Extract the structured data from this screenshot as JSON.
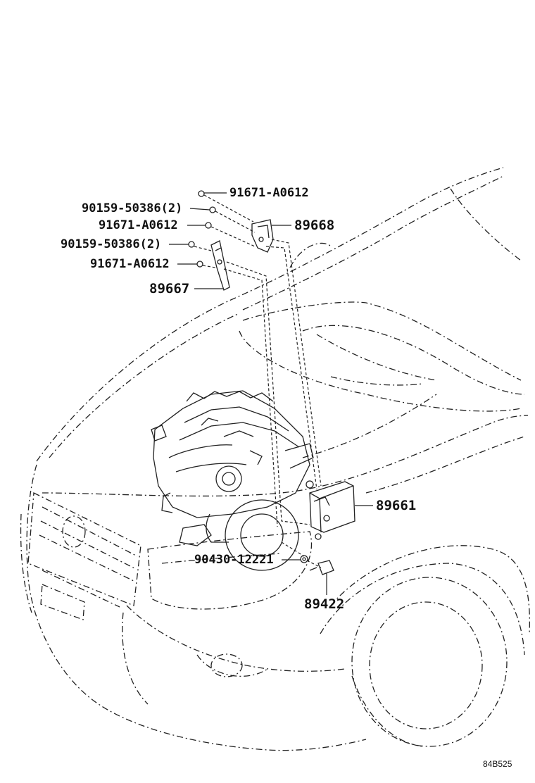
{
  "labels": {
    "nut_top": "91671-A0612",
    "bolt_upper": "90159-50386(2)",
    "nut_mid": "91671-A0612",
    "bolt_lower": "90159-50386(2)",
    "nut_low": "91671-A0612",
    "bracket_upper": "89668",
    "bracket_lower": "89667",
    "ecu": "89661",
    "gasket": "90430-12221",
    "sensor": "89422"
  },
  "figure_code": "84B525"
}
